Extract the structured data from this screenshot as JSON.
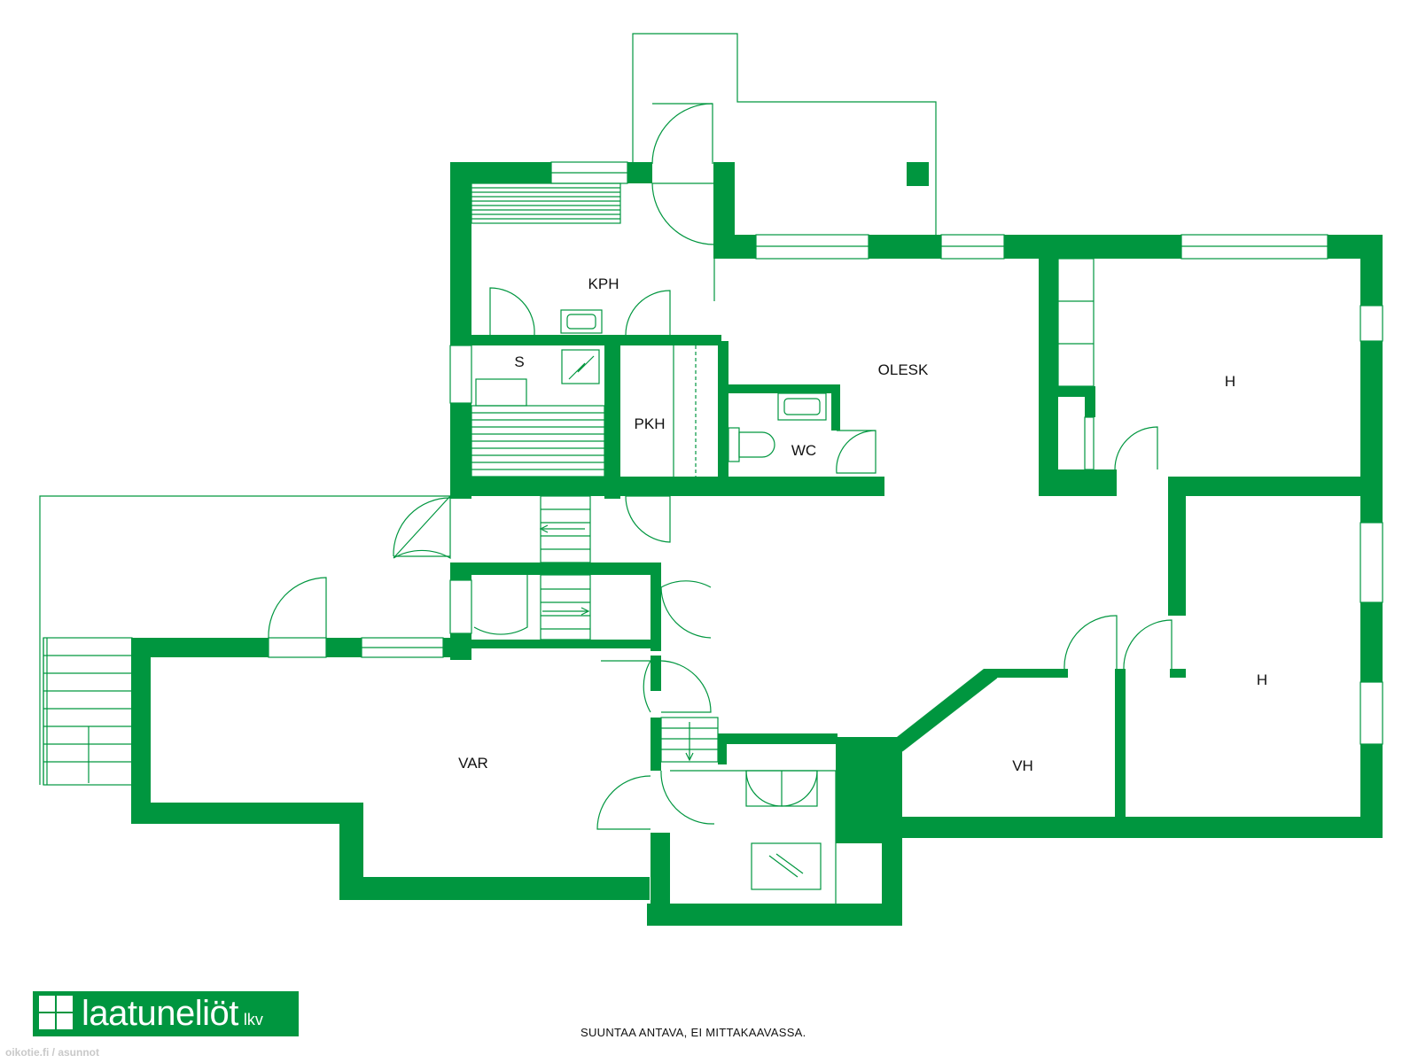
{
  "plan": {
    "rooms": [
      {
        "id": "kph",
        "label": "KPH"
      },
      {
        "id": "s",
        "label": "S"
      },
      {
        "id": "pkh",
        "label": "PKH"
      },
      {
        "id": "olesk",
        "label": "OLESK"
      },
      {
        "id": "wc",
        "label": "WC"
      },
      {
        "id": "h1",
        "label": "H"
      },
      {
        "id": "h2",
        "label": "H"
      },
      {
        "id": "var",
        "label": "VAR"
      },
      {
        "id": "vh",
        "label": "VH"
      }
    ],
    "wall_color": "#00963f"
  },
  "logo": {
    "brand": "laatuneliöt",
    "suffix": "lkv"
  },
  "note": "SUUNTAA ANTAVA, EI MITTAKAAVASSA.",
  "watermark": "oikotie.fi / asunnot"
}
